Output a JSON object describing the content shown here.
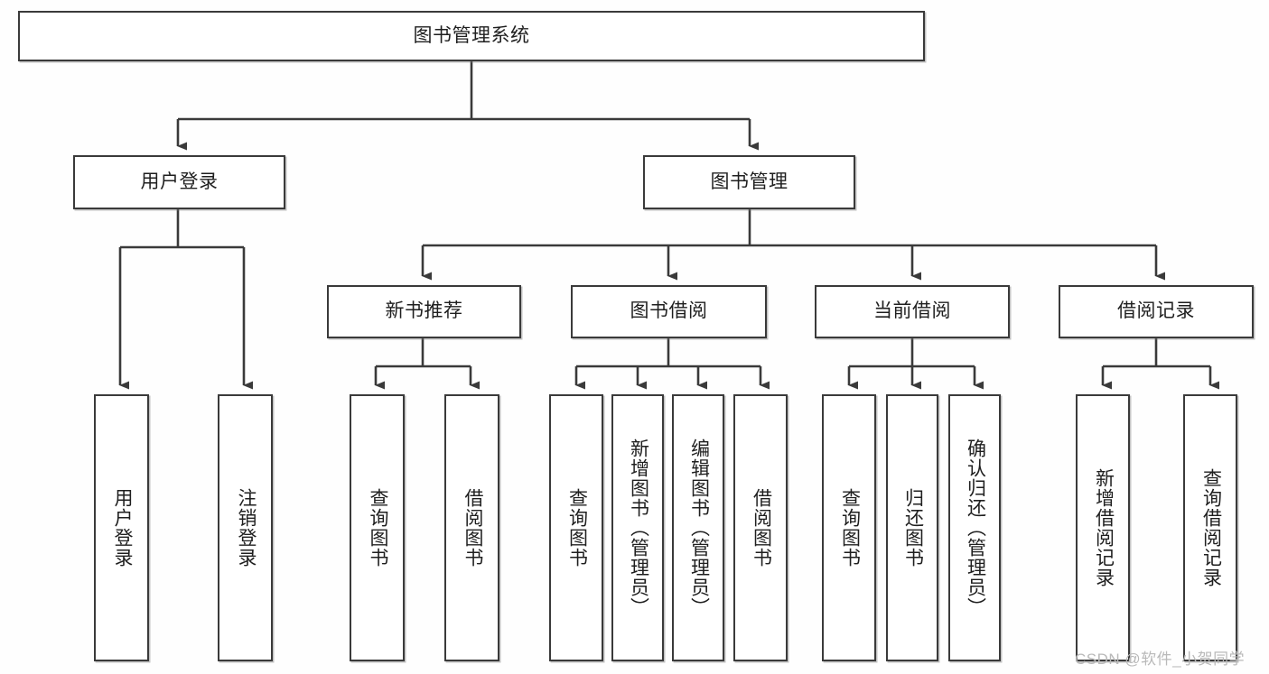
{
  "diagram": {
    "title": "图书管理系统",
    "type": "tree-hierarchy",
    "levels": 4
  },
  "nodes": {
    "root": {
      "label": "图书管理系统"
    },
    "level2": [
      {
        "id": "user-login",
        "label": "用户登录"
      },
      {
        "id": "book-manage",
        "label": "图书管理"
      }
    ],
    "level3": [
      {
        "id": "new-book-recommend",
        "label": "新书推荐"
      },
      {
        "id": "book-borrow",
        "label": "图书借阅"
      },
      {
        "id": "current-borrow",
        "label": "当前借阅"
      },
      {
        "id": "borrow-record",
        "label": "借阅记录"
      }
    ],
    "leaves": {
      "user-login": [
        {
          "id": "leaf-user-login",
          "label": "用户登录"
        },
        {
          "id": "leaf-logout-login",
          "label": "注销登录"
        }
      ],
      "new-book-recommend": [
        {
          "id": "leaf-query-book-1",
          "label": "查询图书"
        },
        {
          "id": "leaf-borrow-book-1",
          "label": "借阅图书"
        }
      ],
      "book-borrow": [
        {
          "id": "leaf-query-book-2",
          "label": "查询图书"
        },
        {
          "id": "leaf-add-book",
          "label": "新增图书（管理员）"
        },
        {
          "id": "leaf-edit-book",
          "label": "编辑图书（管理员）"
        },
        {
          "id": "leaf-borrow-book-2",
          "label": "借阅图书"
        }
      ],
      "current-borrow": [
        {
          "id": "leaf-query-book-3",
          "label": "查询图书"
        },
        {
          "id": "leaf-return-book",
          "label": "归还图书"
        },
        {
          "id": "leaf-confirm-return",
          "label": "确认归还（管理员）"
        }
      ],
      "borrow-record": [
        {
          "id": "leaf-add-record",
          "label": "新增借阅记录"
        },
        {
          "id": "leaf-query-record",
          "label": "查询借阅记录"
        }
      ]
    }
  },
  "watermark": {
    "text": "CSDN @软件_小贺同学"
  },
  "colors": {
    "border": "#3a3a3a",
    "text": "#1f1f1f",
    "background": "#fefefe",
    "watermark": "#b9b9b9"
  }
}
